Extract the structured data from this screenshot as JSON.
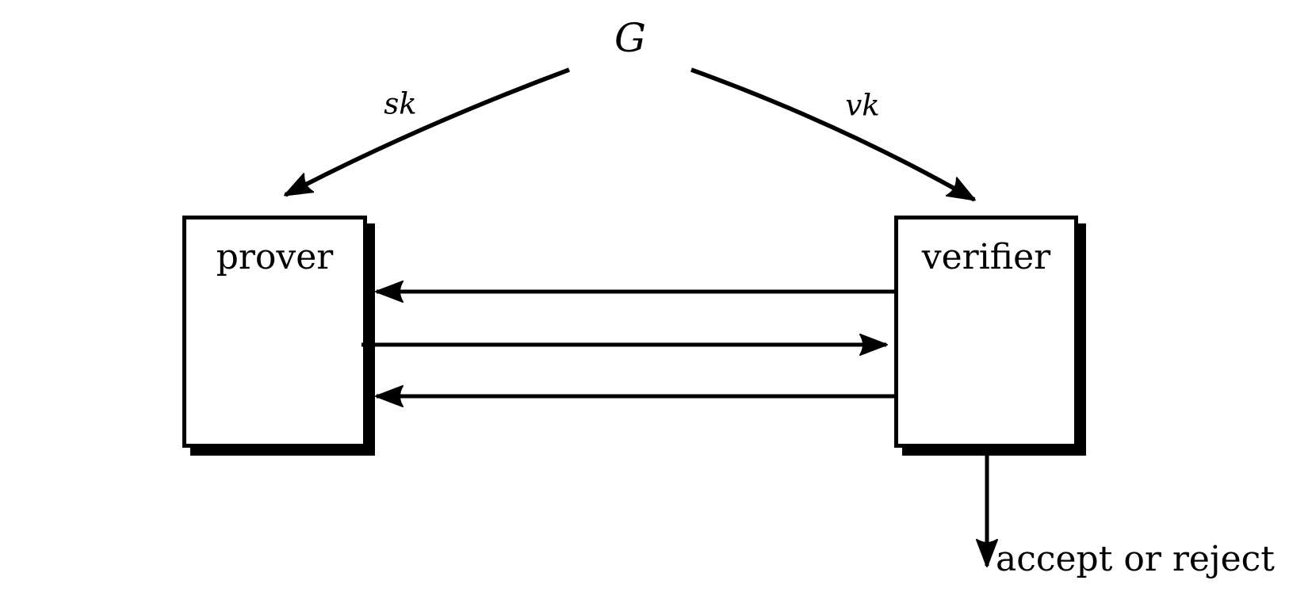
{
  "diagram": {
    "background_color": "#ffffff",
    "line_color": "#000000",
    "generator_label": "G",
    "sk_label": "sk",
    "vk_label": "vk",
    "prover_label": "prover",
    "verifier_label": "verifier",
    "verdict_label": "accept or reject"
  }
}
